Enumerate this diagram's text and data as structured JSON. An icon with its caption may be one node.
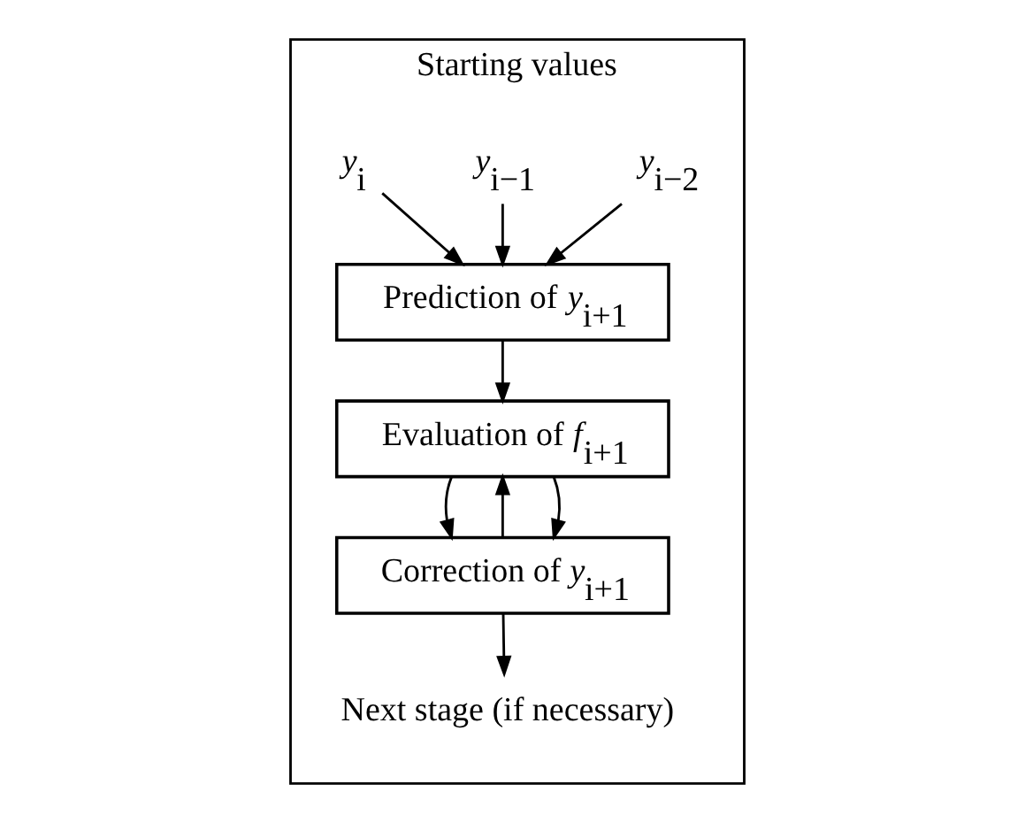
{
  "diagram": {
    "nodes": [
      {
        "text": [
          "Starting values"
        ]
      },
      {
        "text": [
          "*y*$_{i−2}$"
        ],
        "in": 0
      },
      {
        "text": [
          "*y*$_{i−1}$"
        ],
        "in": 0
      },
      {
        "text": [
          "*y*$_{i}$"
        ],
        "in": 0
      },
      {
        "text": [
          "Prediction of *y*$_{i+1}$"
        ],
        "in": 0
      },
      {
        "text": [
          "Evaluation of *f*$_{i+1}$"
        ],
        "in": 0
      },
      {
        "text": [
          "Correction of *y*$_{i+1}$"
        ],
        "in": 0
      },
      {
        "text": [
          "Next stage (if necessary)"
        ],
        "in": 0
      }
    ],
    "edges": [
      {
        "from": 1,
        "to": 4,
        "arrow": "to"
      },
      {
        "from": 2,
        "to": 4,
        "arrow": "to"
      },
      {
        "from": 3,
        "to": 4,
        "arrow": "to"
      },
      {
        "from": 4,
        "to": 5,
        "arrow": "to"
      },
      {
        "from": 5,
        "to": 6,
        "arrow": "to"
      },
      {
        "from": 6,
        "to": 5,
        "arrow": "to"
      },
      {
        "from": 5,
        "to": 6,
        "arrow": "to"
      },
      {
        "from": 6,
        "to": 7,
        "arrow": "to"
      }
    ]
  }
}
